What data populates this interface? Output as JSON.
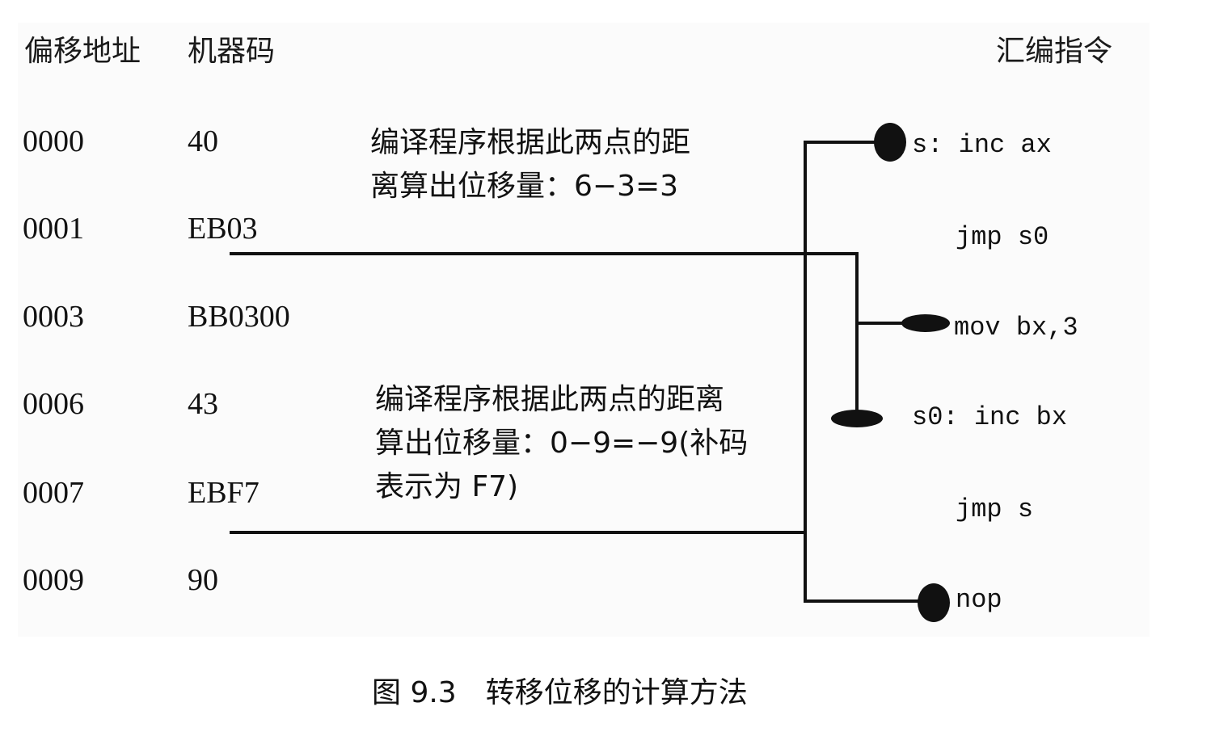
{
  "headers": {
    "offset": "偏移地址",
    "machine_code": "机器码",
    "assembly": "汇编指令"
  },
  "rows": [
    {
      "offset": "0000",
      "code": "40"
    },
    {
      "offset": "0001",
      "code": "EB03"
    },
    {
      "offset": "0003",
      "code": "BB0300"
    },
    {
      "offset": "0006",
      "code": "43"
    },
    {
      "offset": "0007",
      "code": "EBF7"
    },
    {
      "offset": "0009",
      "code": "90"
    }
  ],
  "instructions": [
    "s: inc ax",
    "jmp s0",
    "mov bx,3",
    "s0: inc bx",
    "jmp s",
    "nop"
  ],
  "annotations": {
    "forward_jump": [
      "编译程序根据此两点的距",
      "离算出位移量：6−3=3"
    ],
    "backward_jump": [
      "编译程序根据此两点的距离",
      "算出位移量：0−9=−9(补码",
      "表示为 F7)"
    ]
  },
  "caption": "图 9.3　转移位移的计算方法",
  "colors": {
    "line": "#111111",
    "background": "#ffffff"
  }
}
